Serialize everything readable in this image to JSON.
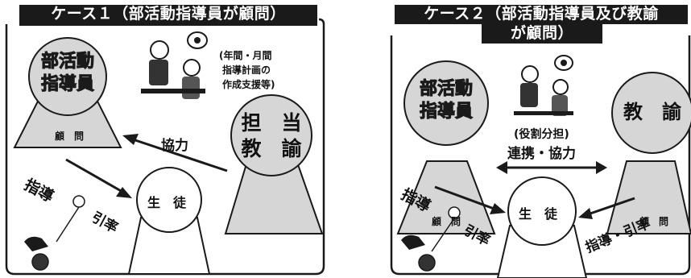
{
  "colors": {
    "title_bg": "#1a1a1a",
    "title_text": "#ffffff",
    "node_fill": "#d6d6d6",
    "line": "#1a1a1a"
  },
  "case1": {
    "title": "ケース１（部活動指導員が顧問）",
    "coach_line1": "部活動",
    "coach_line2": "指導員",
    "coach_role": "顧　問",
    "teacher_line1": "担　当",
    "teacher_line2": "教　諭",
    "plan_line1": "(年間・月間",
    "plan_line2": "指導計画の",
    "plan_line3": "作成支援等)",
    "cooperation": "協力",
    "students": "生　徒",
    "guidance": "指導",
    "lead": "引率"
  },
  "case2": {
    "title_line1": "ケース２（部活動指導員及び教諭",
    "title_line2": "が顧問）",
    "coach_line1": "部活動",
    "coach_line2": "指導員",
    "coach_role": "顧　問",
    "teacher_line1": "教　諭",
    "teacher_role": "顧　問",
    "role_split": "(役割分担)",
    "cooperation": "連携・協力",
    "students": "生　徒",
    "guidance_left": "指導",
    "lead_left": "引率",
    "guidance_right": "指導・引率"
  },
  "icons": [
    "meeting-people-icon",
    "speech-bubble-icon",
    "student-figure-icon",
    "ball-icon",
    "shoe-icon"
  ]
}
